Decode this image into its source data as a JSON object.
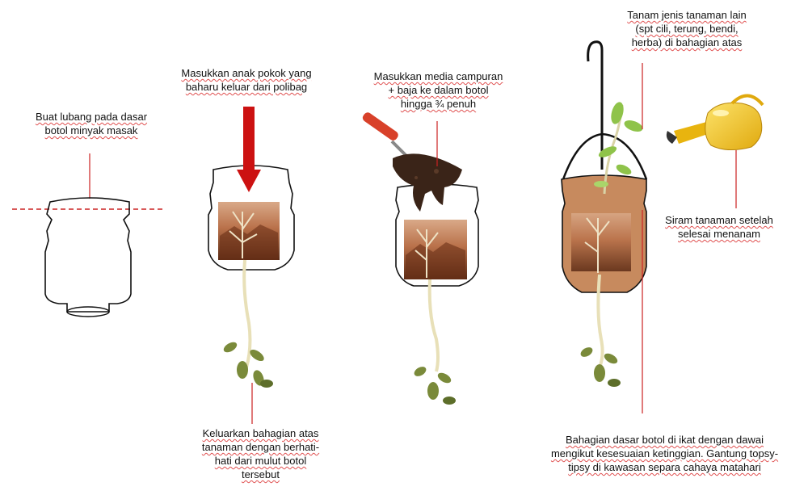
{
  "steps": {
    "step1": {
      "text": "Buat lubang pada dasar\nbotol minyak masak"
    },
    "step2": {
      "text": "Masukkan anak pokok yang\nbaharu keluar dari polibag"
    },
    "step3": {
      "text": "Masukkan media campuran\n+ baja ke dalam botol\nhingga ¾ penuh"
    },
    "step4": {
      "text": "Keluarkan bahagian atas\ntanaman dengan berhati-\nhati dari mulut botol\ntersebut"
    },
    "step5": {
      "text": "Tanam jenis tanaman lain\n(spt cili, terung, bendi,\nherba) di bahagian atas"
    },
    "step6": {
      "text": "Siram tanaman setelah\nselesai menanam"
    },
    "step7": {
      "text": "Bahagian dasar botol di ikat dengan dawai\nmengikut kesesuaian ketinggian. Gantung topsy-\ntipsy di kawasan separa cahaya matahari"
    }
  },
  "colors": {
    "pointer_line": "#cc2222",
    "arrow": "#cc1111",
    "soil": "#c78a5e",
    "bottle_outline": "#111111",
    "stem": "#e8e0b8",
    "leaf": "#7a8a3a",
    "watering_can": "#f2c21a"
  },
  "icons": [
    "bottle-icon",
    "down-arrow-icon",
    "trowel-icon",
    "watering-can-icon",
    "hanger-hook-icon",
    "seedling-icon"
  ]
}
